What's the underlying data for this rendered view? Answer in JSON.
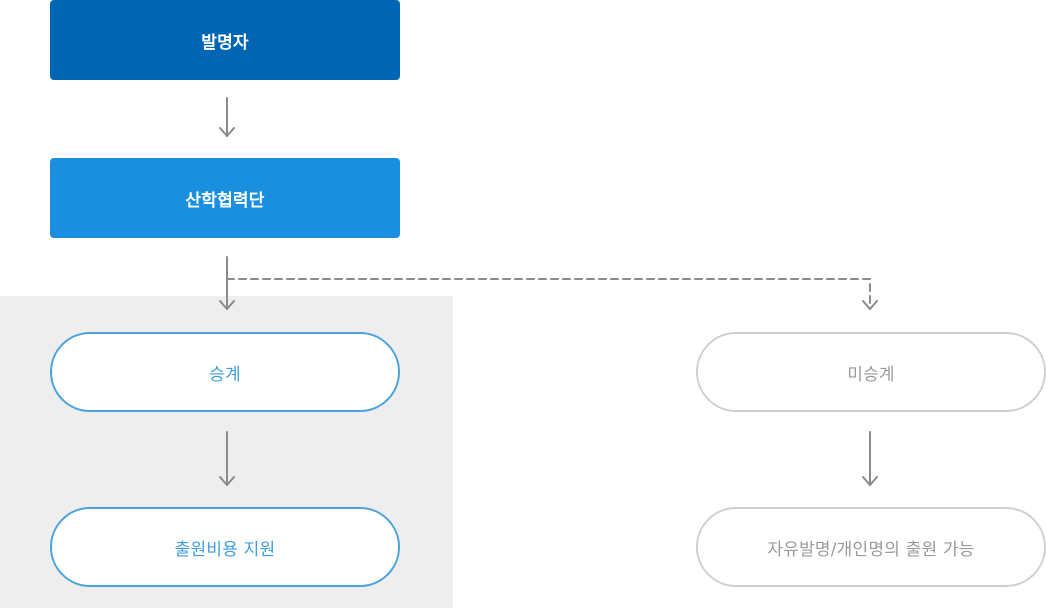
{
  "colors": {
    "inventor_fill": "#0066b3",
    "iucf_fill": "#1a8fe0",
    "active_border": "#4aa3dc",
    "active_text": "#3f9fdc",
    "inactive_border": "#d0d0d0",
    "inactive_text": "#9a9a9a",
    "arrow": "#8a8a8a",
    "panel_bg": "#eeeeee"
  },
  "nodes": {
    "inventor": "발명자",
    "iucf": "산학협력단",
    "succession": "승계",
    "filing_support": "출원비용 지원",
    "non_succession": "미승계",
    "free_invention": "자유발명/개인명의 출원 가능"
  }
}
